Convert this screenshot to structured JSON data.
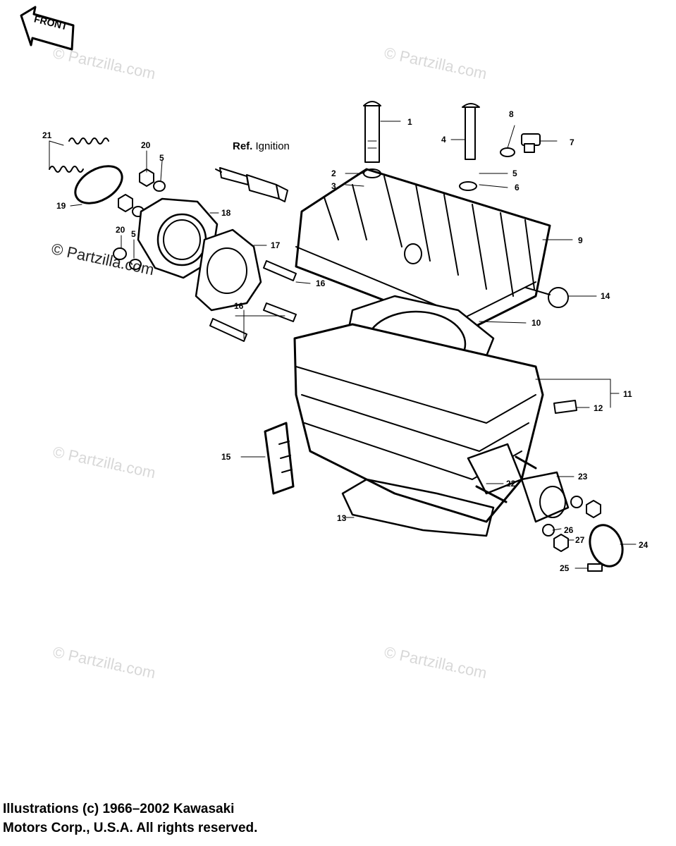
{
  "front_label": "FRONT",
  "ref_label": {
    "bold": "Ref.",
    "normal": " Ignition"
  },
  "watermarks": {
    "faint": "© Partzilla.com",
    "dark": "© Partzilla.com"
  },
  "copyright": {
    "line1": "Illustrations (c) 1966–2002 Kawasaki",
    "line2": "Motors Corp., U.S.A.  All rights reserved."
  },
  "callouts": [
    "1",
    "2",
    "3",
    "4",
    "5",
    "5",
    "6",
    "7",
    "8",
    "9",
    "10",
    "11",
    "12",
    "13",
    "14",
    "15",
    "16",
    "16",
    "17",
    "18",
    "19",
    "20",
    "20",
    "21",
    "22",
    "23",
    "24",
    "25",
    "26",
    "27",
    "5"
  ]
}
